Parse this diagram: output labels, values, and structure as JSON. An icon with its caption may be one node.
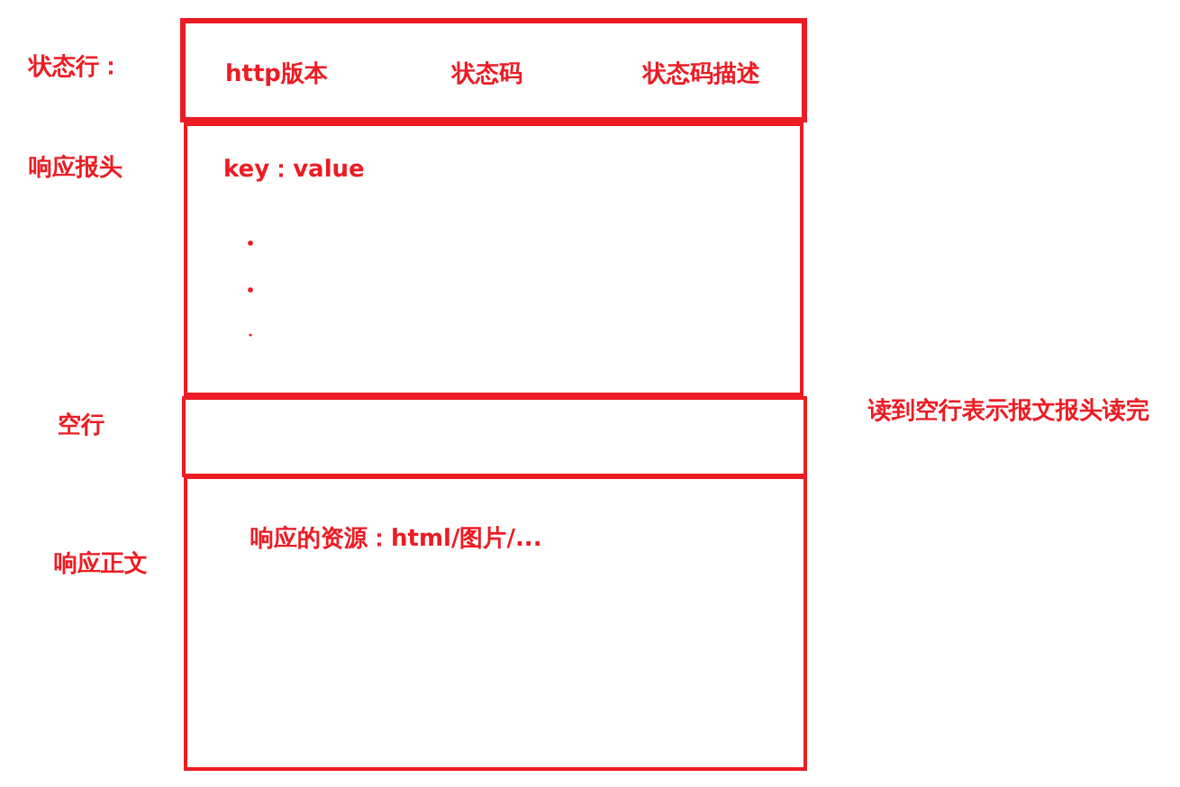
{
  "diagram": {
    "nodes": [
      {
        "text": [
          "http版本",
          "状态码",
          "状态码描述"
        ],
        "beside": [
          "状态行："
        ]
      },
      {
        "text": [
          "key：value"
        ],
        "beside": [
          "响应报头"
        ]
      },
      {
        "text": [],
        "shape": "box",
        "beside": [
          "空行",
          "读到空行表示报文报头读完"
        ]
      },
      {
        "text": [
          "响应的资源：html/图片/..."
        ],
        "beside": [
          "响应正文"
        ]
      }
    ]
  }
}
